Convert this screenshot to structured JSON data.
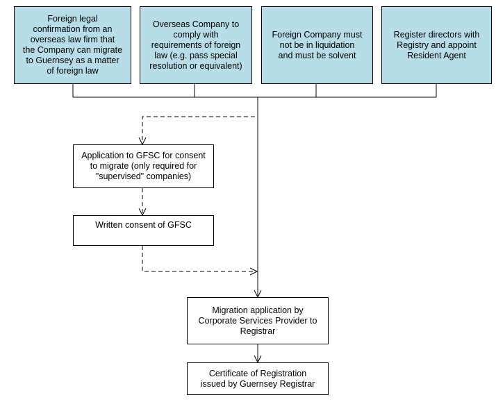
{
  "requirements": [
    {
      "text": "Foreign legal\nconfirmation from an\noverseas law firm that\nthe Company can migrate\nto Guernsey as a matter\nof foreign law"
    },
    {
      "text": "Overseas Company to\ncomply with\nrequirements of foreign\nlaw (e.g. pass special\nresolution or equivalent)"
    },
    {
      "text": "Foreign Company must\nnot be in liquidation\nand must be solvent"
    },
    {
      "text": "Register directors with\nRegistry and appoint\nResident Agent"
    }
  ],
  "optional_steps": {
    "application_gfsc": "Application to GFSC for consent\nto migrate (only required for\n\"supervised\" companies)",
    "written_consent": "Written consent of GFSC"
  },
  "main_steps": {
    "migration_application": "Migration application by\nCorporate Services Provider to\nRegistrar",
    "certificate": "Certificate of Registration\nissued by Guernsey Registrar"
  },
  "colors": {
    "requirement_fill": "#b7dde8",
    "line": "#000000"
  }
}
